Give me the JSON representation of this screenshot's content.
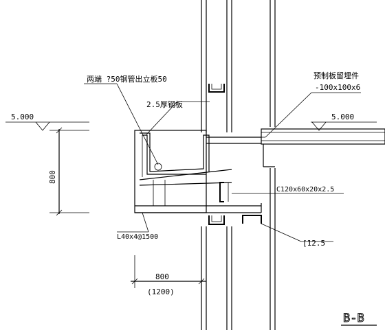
{
  "labels": {
    "pipe_note": "两端 ?50钢管出立板50",
    "plate_note": "2.5厚钢板",
    "precast_note_line1": "预制板留埋件",
    "precast_note_line2": "-100x100x6",
    "elev_left": "5.000",
    "elev_right": "5.000",
    "dim_800_vertical": "800",
    "channel_c120": "C120x60x20x2.5",
    "angle_note": "L40x4@1500",
    "channel_12_5": "[12.5",
    "dim_800_horizontal": "800",
    "dim_1200": "(1200)",
    "section_title": "B-B"
  }
}
